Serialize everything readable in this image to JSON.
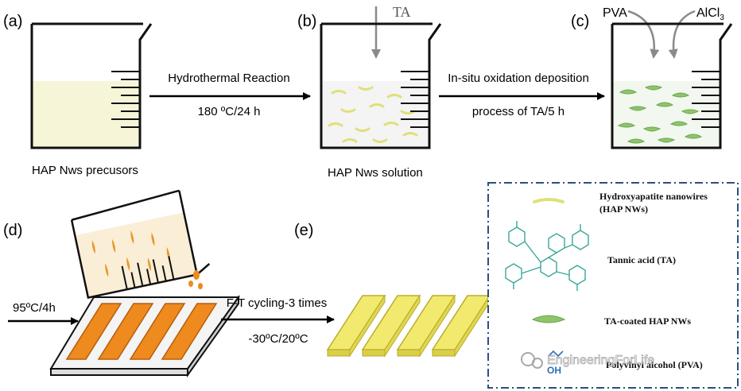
{
  "panels": {
    "a": {
      "letter": "(a)",
      "caption": "HAP Nws precusors"
    },
    "b": {
      "letter": "(b)",
      "caption": "HAP Nws solution",
      "input": "TA"
    },
    "c": {
      "letter": "(c)",
      "input_left": "PVA",
      "input_right_base": "AlCl",
      "input_right_sub": "3"
    },
    "d": {
      "letter": "(d)",
      "arrow_label": "95ºC/4h"
    },
    "e": {
      "letter": "(e)"
    }
  },
  "arrows": {
    "ab": {
      "top": "Hydrothermal Reaction",
      "bottom": "180 ºC/24 h"
    },
    "bc": {
      "top": "In-situ oxidation deposition",
      "bottom": "process of TA/5 h"
    },
    "de": {
      "top": "F-T cycling-3 times",
      "bottom": "-30ºC/20ºC"
    }
  },
  "legend": {
    "items": [
      {
        "line1": "Hydroxyapatite nanowires",
        "line2": "(HAP NWs)"
      },
      {
        "line1": "Tannic acid (TA)"
      },
      {
        "line1": "TA-coated HAP NWs"
      },
      {
        "line1": "Polyvinyl alcohol (PVA)"
      }
    ],
    "oh_label": "OH"
  },
  "watermark": "EngineeringForLife",
  "colors": {
    "solution_yellow": "#f7f5d8",
    "nanowire_yellow": "#dfe07a",
    "ta_green": "#8fc46b",
    "tannic_teal": "#3aa89a",
    "gel_orange": "#ee8a1e",
    "gel_yellow": "#f2ea6e",
    "legend_border": "#2c4f7c",
    "arrow_gray": "#8a8a8a"
  }
}
